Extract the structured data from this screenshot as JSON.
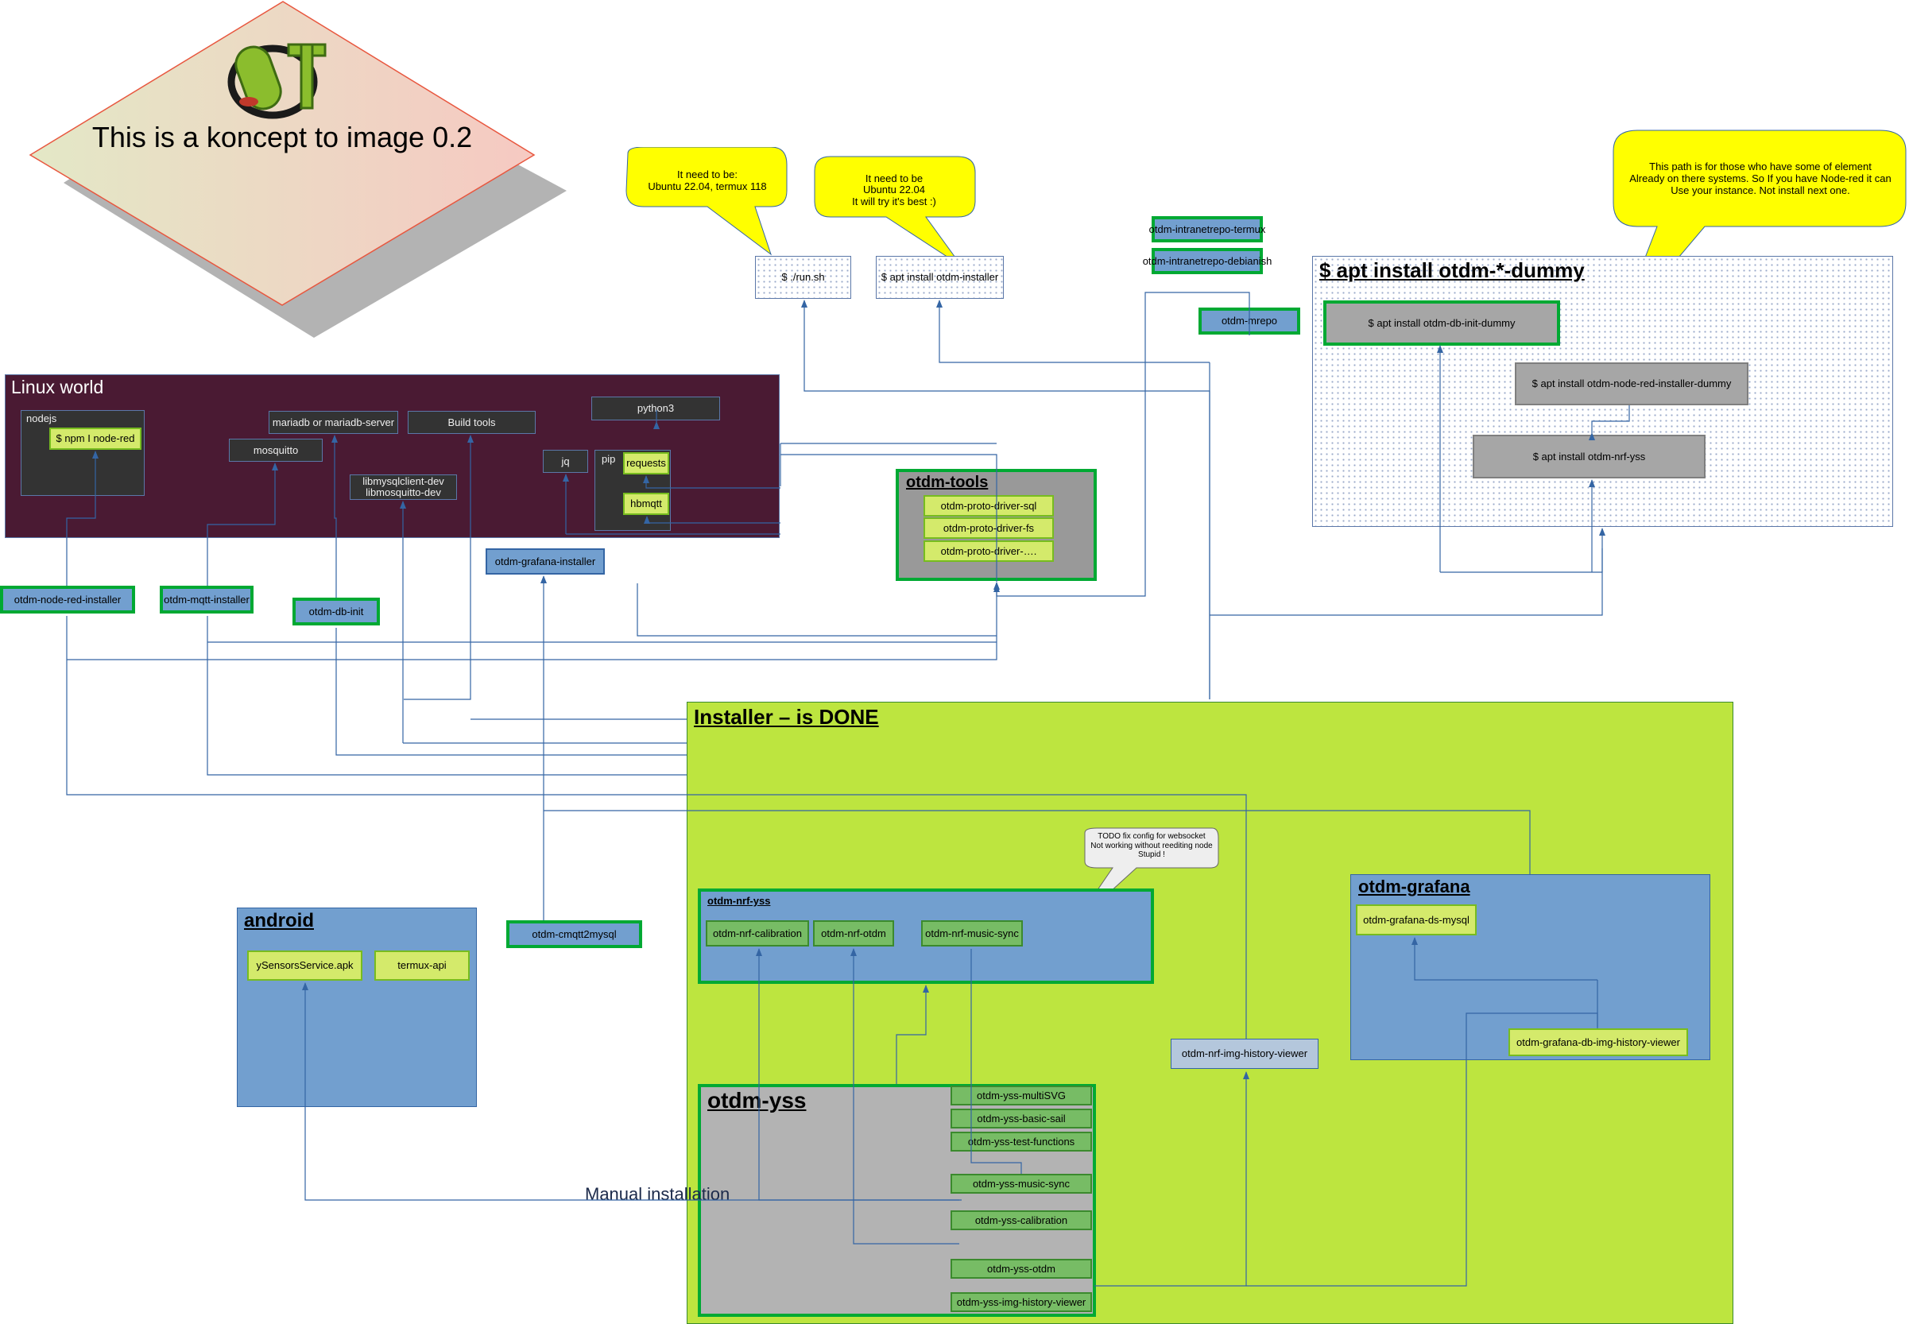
{
  "logo": {
    "icon": "qt-logo-icon",
    "title": "This is a koncept to image 0.2"
  },
  "notes": {
    "run_sh": "It need to be:\nUbuntu 22.04, termux 118",
    "apt_installer": "It need to be\nUbuntu 22.04\nIt will try it's best :)",
    "dummy_path": "This path is for those who have some of element\nAlready on there systems. So If you have Node-red it can\nUse your instance. Not install next one.",
    "websocket": "TODO fix config for websocket\nNot working without reediting node\nStupid !"
  },
  "commands": {
    "run_sh": "$ ./run.sh",
    "apt_installer": "$ apt install otdm-installer"
  },
  "repos": {
    "termux": "otdm-intranetrepo-termux",
    "debianish": "otdm-intranetrepo-debianish",
    "mrepo": "otdm-mrepo"
  },
  "dummy": {
    "title": "$ apt install otdm-*-dummy",
    "db_init": "$ apt install otdm-db-init-dummy",
    "node_red": "$ apt install otdm-node-red-installer-dummy",
    "nrf_yss": "$ apt install otdm-nrf-yss"
  },
  "linux": {
    "title": "Linux world",
    "nodejs": "nodejs",
    "npm": "$ npm I node-red",
    "mariadb": "mariadb or mariadb-server",
    "mosquitto": "mosquitto",
    "build_tools": "Build tools",
    "libs": "libmysqlclient-dev\nlibmosquitto-dev",
    "jq": "jq",
    "python3": "python3",
    "pip": "pip",
    "requests": "requests",
    "hbmqtt": "hbmqtt"
  },
  "tools": {
    "title": "otdm-tools",
    "items": [
      "otdm-proto-driver-sql",
      "otdm-proto-driver-fs",
      "otdm-proto-driver-…."
    ]
  },
  "installers": {
    "node_red": "otdm-node-red-installer",
    "mqtt": "otdm-mqtt-installer",
    "db_init": "otdm-db-init",
    "grafana": "otdm-grafana-installer",
    "cmqtt2mysql": "otdm-cmqtt2mysql"
  },
  "android": {
    "title": "android",
    "apk": "ySensorsService.apk",
    "termux_api": "termux-api"
  },
  "installer_done": {
    "title": "Installer – is DONE"
  },
  "nrf": {
    "title": "otdm-nrf-yss",
    "items": [
      "otdm-nrf-calibration",
      "otdm-nrf-otdm",
      "otdm-nrf-music-sync"
    ]
  },
  "grafana": {
    "title": "otdm-grafana",
    "ds_mysql": "otdm-grafana-ds-mysql",
    "db_img": "otdm-grafana-db-img-history-viewer"
  },
  "img_viewer": "otdm-nrf-img-history-viewer",
  "yss": {
    "title": "otdm-yss",
    "items": [
      "otdm-yss-multiSVG",
      "otdm-yss-basic-sail",
      "otdm-yss-test-functions",
      "otdm-yss-music-sync",
      "otdm-yss-calibration",
      "otdm-yss-otdm",
      "otdm-yss-img-history-viewer"
    ]
  },
  "manual": "Manual installation",
  "colors": {
    "linux_bg": "#4a1a33",
    "lime_bg": "#bde53f",
    "blue_box": "#729fcf",
    "green_border": "#00a933",
    "callout": "#ffff00",
    "wire": "#3465a4"
  }
}
